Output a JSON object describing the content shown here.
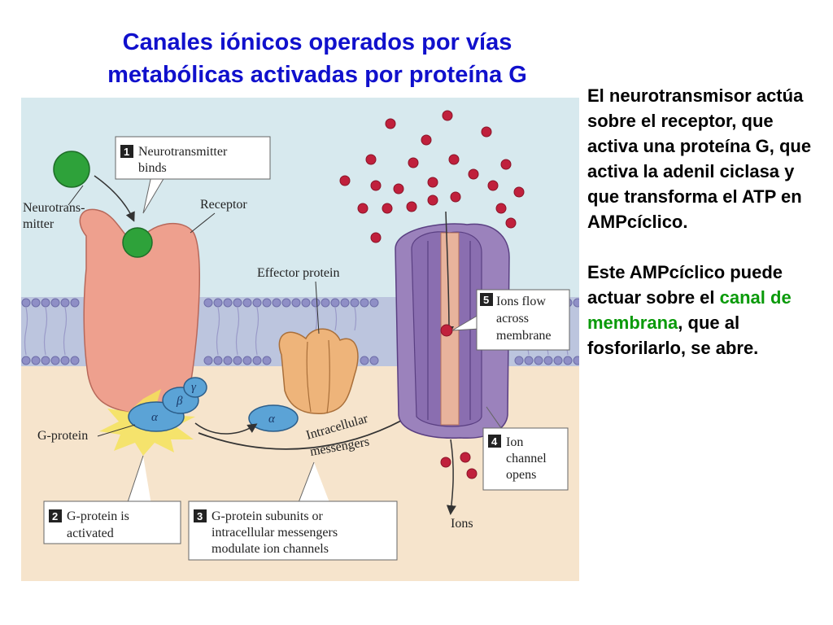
{
  "title": {
    "line1": "Canales iónicos operados por vías",
    "line2": "metabólicas activadas por proteína G"
  },
  "description": {
    "p1": "El neurotransmisor actúa sobre el receptor, que activa una proteína G, que activa la adenil ciclasa y que transforma el ATP en AMPcíclico.",
    "p2_part1": "Este AMPcíclico puede actuar sobre el ",
    "p2_highlight": "canal de membrana",
    "p2_part2": ", que al fosforilarlo, se abre.",
    "highlight_color": "#0a9a0a"
  },
  "diagram": {
    "labels": {
      "neurotransmitter_l1": "Neurotrans-",
      "neurotransmitter_l2": "mitter",
      "receptor": "Receptor",
      "effector": "Effector protein",
      "g_protein": "G-protein",
      "intracellular": "Intracellular",
      "messengers": "messengers",
      "ions": "Ions",
      "alpha": "α",
      "beta": "β",
      "gamma": "γ"
    },
    "steps": [
      {
        "num": "1",
        "line1": "Neurotransmitter",
        "line2": "binds",
        "line3": ""
      },
      {
        "num": "2",
        "line1": "G-protein is",
        "line2": "activated",
        "line3": ""
      },
      {
        "num": "3",
        "line1": "G-protein subunits or",
        "line2": "intracellular messengers",
        "line3": "modulate ion channels"
      },
      {
        "num": "4",
        "line1": "Ion",
        "line2": "channel",
        "line3": "opens"
      },
      {
        "num": "5",
        "line1": "Ions flow",
        "line2": "across",
        "line3": "membrane"
      }
    ],
    "colors": {
      "extracellular": "#cfe3ea",
      "membrane": "#b7c3dc",
      "intracellular": "#f6e2c8",
      "receptor": "#eea08e",
      "ligand": "#2ea23a",
      "g_protein": "#5ba3d6",
      "effector": "#eeb47a",
      "channel": "#9b82bc",
      "ion": "#c0203c"
    }
  }
}
